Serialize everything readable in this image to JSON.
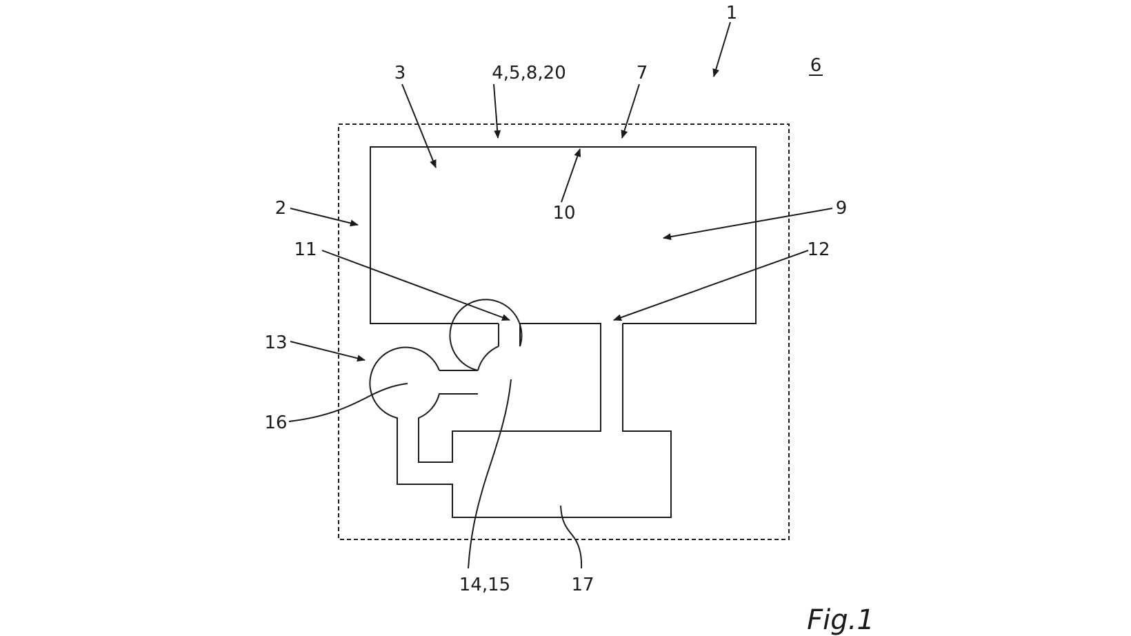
{
  "colors": {
    "line": "#1a1a1a",
    "text": "#1a1a1a",
    "background": "#ffffff"
  },
  "figure": {
    "caption": "Fig.1",
    "labels": {
      "ref_1": "1",
      "ref_2": "2",
      "ref_3": "3",
      "ref_4_5_8_20": "4,5,8,20",
      "ref_6": "6",
      "ref_7": "7",
      "ref_9": "9",
      "ref_10": "10",
      "ref_11": "11",
      "ref_12": "12",
      "ref_13": "13",
      "ref_14_15": "14,15",
      "ref_16": "16",
      "ref_17": "17"
    }
  }
}
